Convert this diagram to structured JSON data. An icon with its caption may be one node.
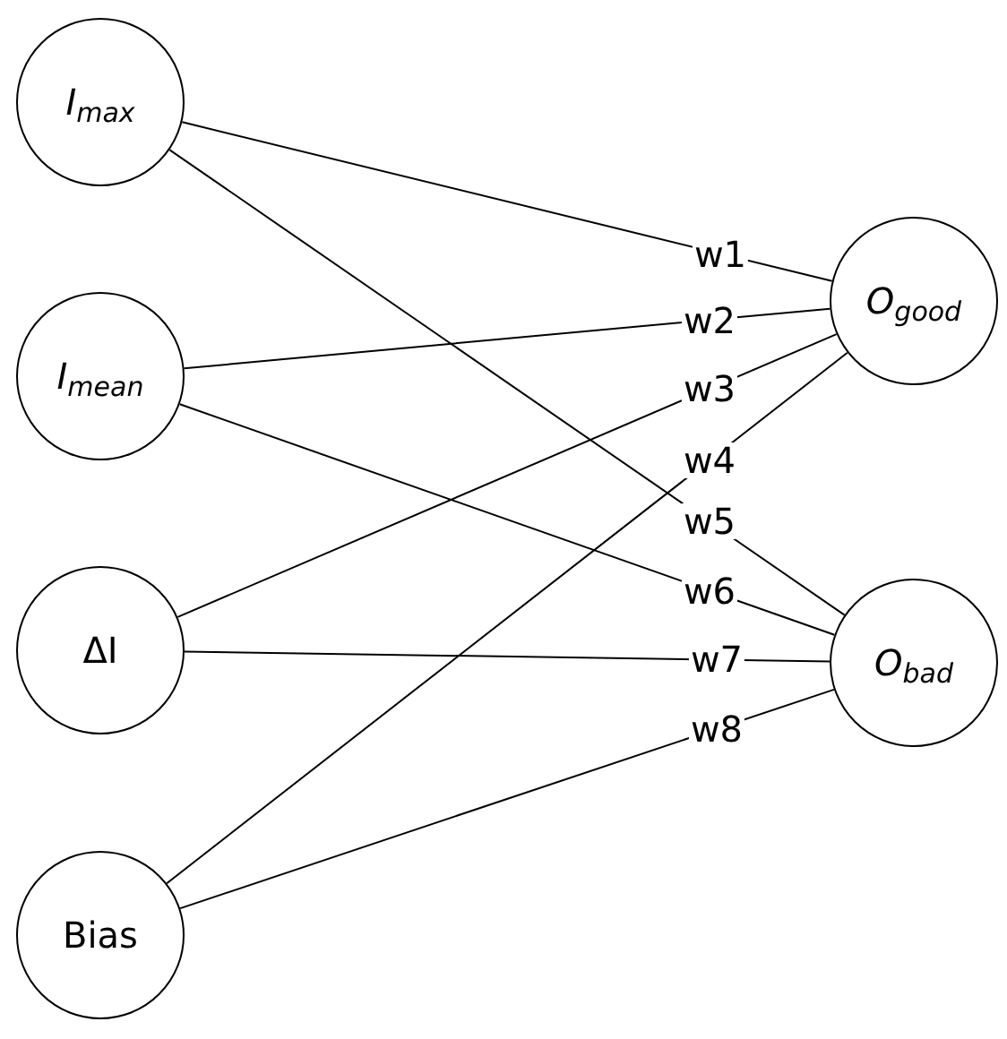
{
  "diagram": {
    "nodes": [
      {
        "text": [
          "*I*$_{max}$"
        ]
      },
      {
        "text": [
          "*I*$_{mean}$"
        ]
      },
      {
        "text": [
          "ΔI"
        ]
      },
      {
        "text": [
          "Bias"
        ]
      },
      {
        "text": [
          "*O*$_{good}$"
        ]
      },
      {
        "text": [
          "*O*$_{bad}$"
        ]
      }
    ],
    "edges": [
      {
        "from": 0,
        "to": 4,
        "arrow": "none",
        "label": "w1"
      },
      {
        "from": 1,
        "to": 4,
        "arrow": "none",
        "label": "w2"
      },
      {
        "from": 2,
        "to": 4,
        "arrow": "none",
        "label": "w3"
      },
      {
        "from": 3,
        "to": 4,
        "arrow": "none",
        "label": "w4"
      },
      {
        "from": 0,
        "to": 5,
        "arrow": "none",
        "label": "w5"
      },
      {
        "from": 1,
        "to": 5,
        "arrow": "none",
        "label": "w6"
      },
      {
        "from": 2,
        "to": 5,
        "arrow": "none",
        "label": "w7"
      },
      {
        "from": 3,
        "to": 5,
        "arrow": "none",
        "label": "w8"
      }
    ]
  }
}
